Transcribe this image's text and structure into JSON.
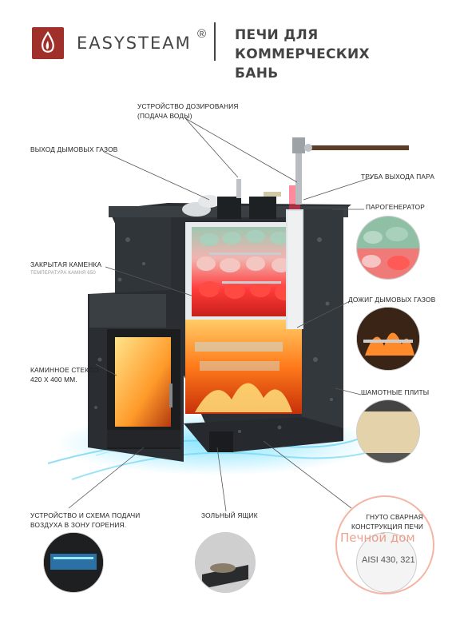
{
  "brand": {
    "name": "EASYSTEAM",
    "reg": "®",
    "accent": "#a0302a"
  },
  "title": [
    "ПЕЧИ ДЛЯ КОММЕРЧЕСКИХ",
    "БАНЬ"
  ],
  "labels": {
    "dosing": [
      "УСТРОЙСТВО ДОЗИРОВАНИЯ",
      "(ПОДАЧА ВОДЫ)"
    ],
    "smoke_exit": "ВЫХОД ДЫМОВЫХ ГАЗОВ",
    "steam_pipe": "ТРУБА ВЫХОДА ПАРА",
    "steam_gen": "ПАРОГЕНЕРАТОР",
    "closed_stove": "ЗАКРЫТАЯ КАМЕНКА",
    "closed_stove_sub": "ТЕМПЕРАТУРА КАМНЯ 650",
    "afterburn": "ДОЖИГ ДЫМОВЫХ ГАЗОВ",
    "glass": [
      "КАМИННОЕ СТЕКЛО",
      "420 Х 400 ММ."
    ],
    "chamotte": "ШАМОТНЫЕ ПЛИТЫ",
    "air": [
      "УСТРОЙСТВО И СХЕМА ПОДАЧИ",
      "ВОЗДУХА В ЗОНУ ГОРЕНИЯ."
    ],
    "ash": "ЗОЛЬНЫЙ ЯЩИК",
    "frame": [
      "ГНУТО СВАРНАЯ",
      "КОНСТРУКЦИЯ ПЕЧИ"
    ],
    "steel": "AISI 430, 321"
  },
  "watermark": "Печной дом",
  "colors": {
    "fire": "#ff6a1a",
    "stone": "#2b2f33",
    "air": "#5fd0f0"
  }
}
